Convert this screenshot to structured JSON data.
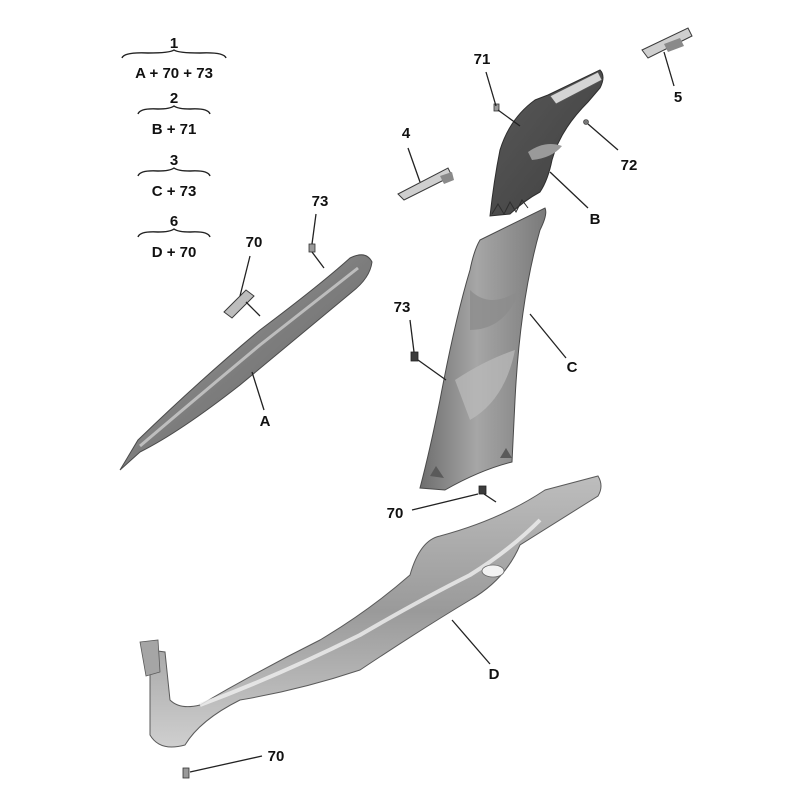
{
  "kits": [
    {
      "number": "1",
      "contents": "A + 70 + 73"
    },
    {
      "number": "2",
      "contents": "B + 71"
    },
    {
      "number": "3",
      "contents": "C + 73"
    },
    {
      "number": "6",
      "contents": "D + 70"
    }
  ],
  "callouts": {
    "A": "A",
    "B": "B",
    "C": "C",
    "D": "D",
    "n4": "4",
    "n5": "5",
    "n70_a": "70",
    "n70_mid": "70",
    "n70_bottom": "70",
    "n71": "71",
    "n72": "72",
    "n73_a": "73",
    "n73_c": "73"
  },
  "colors": {
    "part_fill": "#8a8a8a",
    "part_dark": "#555555",
    "part_light": "#c8c8c8",
    "line": "#222222"
  }
}
